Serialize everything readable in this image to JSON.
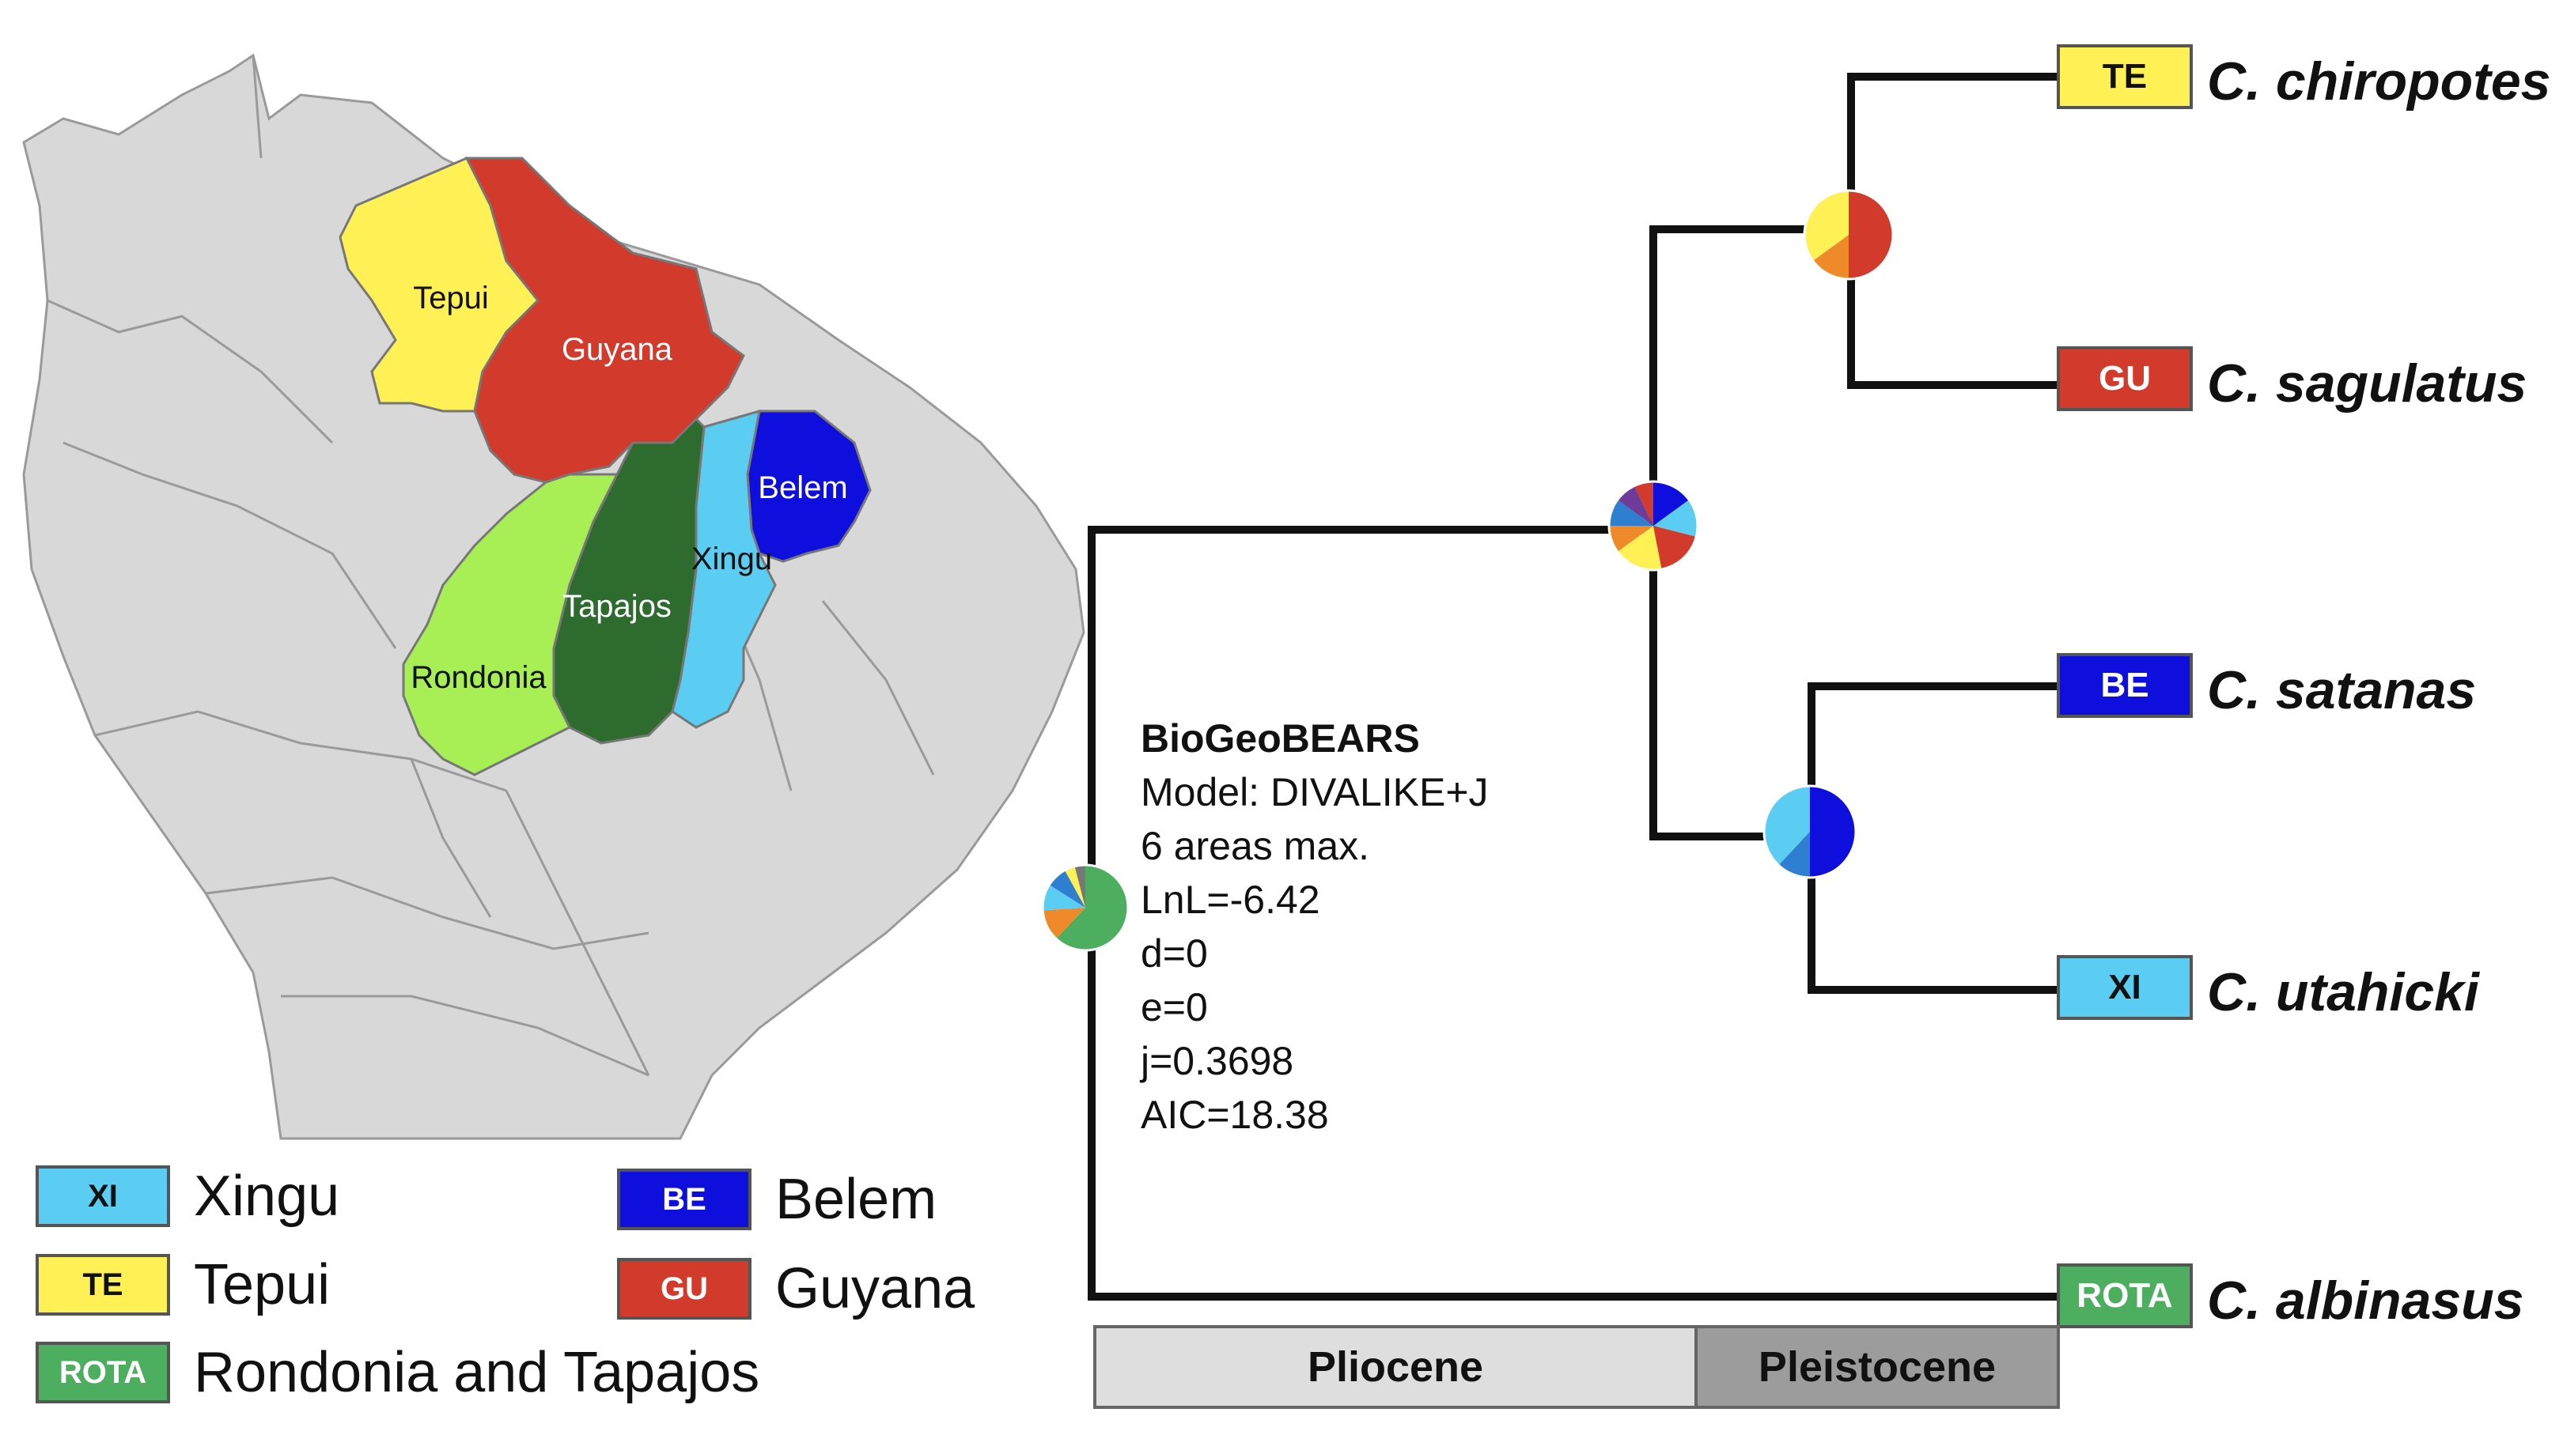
{
  "colors": {
    "xingu": "#5ccdf2",
    "tepui": "#fff155",
    "rota": "#4cae5e",
    "belem": "#0e0fdd",
    "guyana": "#d23a2c",
    "rondonia": "#a7ef55",
    "tapajos": "#2e6b2e",
    "map_land": "#d8d8d8",
    "map_border": "#9a9a9a",
    "orange": "#ef8a2a",
    "purple": "#6f3c9a",
    "steel": "#2f7fd1"
  },
  "map": {
    "region_labels": {
      "tepui": "Tepui",
      "guyana": "Guyana",
      "belem": "Belem",
      "xingu": "Xingu",
      "tapajos": "Tapajos",
      "rondonia": "Rondonia"
    }
  },
  "legend": {
    "items": [
      {
        "code": "XI",
        "label": "Xingu"
      },
      {
        "code": "TE",
        "label": "Tepui"
      },
      {
        "code": "ROTA",
        "label": "Rondonia and Tapajos"
      },
      {
        "code": "BE",
        "label": "Belem"
      },
      {
        "code": "GU",
        "label": "Guyana"
      }
    ]
  },
  "model": {
    "title": "BioGeoBEARS",
    "model_line": "Model: DIVALIKE+J",
    "areas_line": "6 areas max.",
    "lnl_line": "LnL=-6.42",
    "d_line": "d=0",
    "e_line": "e=0",
    "j_line": "j=0.3698",
    "aic_line": "AIC=18.38"
  },
  "tree": {
    "tips": [
      {
        "code": "TE",
        "species": "C. chiropotes"
      },
      {
        "code": "GU",
        "species": "C. sagulatus"
      },
      {
        "code": "BE",
        "species": "C. satanas"
      },
      {
        "code": "XI",
        "species": "C. utahicki"
      },
      {
        "code": "ROTA",
        "species": "C. albinasus"
      }
    ],
    "node_pies": {
      "root": [
        {
          "area": "ROTA",
          "fraction": 0.62
        },
        {
          "area": "orange",
          "fraction": 0.12
        },
        {
          "area": "XI",
          "fraction": 0.1
        },
        {
          "area": "steel",
          "fraction": 0.08
        },
        {
          "area": "TE",
          "fraction": 0.04
        },
        {
          "area": "other",
          "fraction": 0.04
        }
      ],
      "crown": [
        {
          "area": "BE",
          "fraction": 0.15
        },
        {
          "area": "XI",
          "fraction": 0.14
        },
        {
          "area": "GU",
          "fraction": 0.18
        },
        {
          "area": "TE",
          "fraction": 0.18
        },
        {
          "area": "orange",
          "fraction": 0.1
        },
        {
          "area": "steel",
          "fraction": 0.1
        },
        {
          "area": "purple",
          "fraction": 0.08
        },
        {
          "area": "GU",
          "fraction": 0.07
        }
      ],
      "tegu": [
        {
          "area": "GU",
          "fraction": 0.5
        },
        {
          "area": "orange",
          "fraction": 0.15
        },
        {
          "area": "TE",
          "fraction": 0.35
        }
      ],
      "bexi": [
        {
          "area": "BE",
          "fraction": 0.5
        },
        {
          "area": "steel",
          "fraction": 0.12
        },
        {
          "area": "XI",
          "fraction": 0.38
        }
      ]
    }
  },
  "epochs": {
    "pliocene": "Pliocene",
    "pleistocene": "Pleistocene"
  }
}
